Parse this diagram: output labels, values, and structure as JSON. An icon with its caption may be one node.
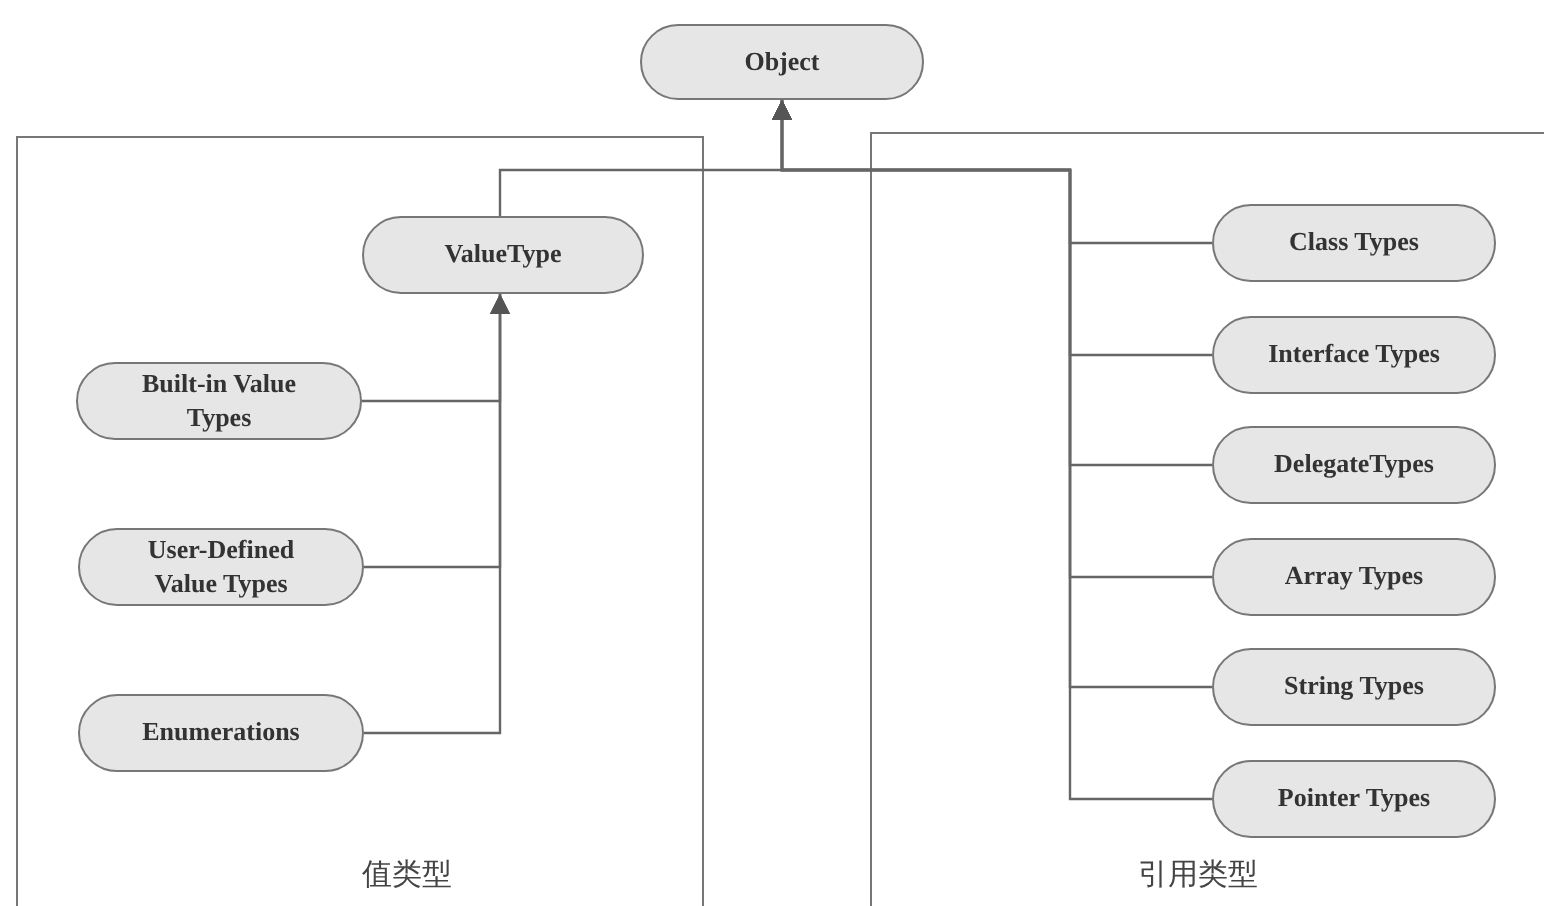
{
  "diagram": {
    "nodes": [
      {
        "text": [
          "Object"
        ]
      },
      {
        "text": [
          "值类型"
        ]
      },
      {
        "text": [
          "ValueType"
        ],
        "in": 1
      },
      {
        "text": [
          "Built-in Value Types"
        ],
        "in": 1
      },
      {
        "text": [
          "User-Defined Value Types"
        ],
        "in": 1
      },
      {
        "text": [
          "Enumerations"
        ],
        "in": 1
      },
      {
        "text": [
          "引用类型"
        ]
      },
      {
        "text": [
          "Class Types"
        ],
        "in": 6
      },
      {
        "text": [
          "Interface Types"
        ],
        "in": 6
      },
      {
        "text": [
          "DelegateTypes"
        ],
        "in": 6
      },
      {
        "text": [
          "Array Types"
        ],
        "in": 6
      },
      {
        "text": [
          "String Types"
        ],
        "in": 6
      },
      {
        "text": [
          "Pointer Types"
        ],
        "in": 6
      }
    ],
    "edges": [
      {
        "from": 2,
        "to": 0,
        "arrow": "to"
      },
      {
        "from": 3,
        "to": 2,
        "arrow": "to"
      },
      {
        "from": 4,
        "to": 2,
        "arrow": "to"
      },
      {
        "from": 5,
        "to": 2,
        "arrow": "to"
      },
      {
        "from": 7,
        "to": 0,
        "arrow": "to"
      },
      {
        "from": 8,
        "to": 0,
        "arrow": "to"
      },
      {
        "from": 9,
        "to": 0,
        "arrow": "to"
      },
      {
        "from": 10,
        "to": 0,
        "arrow": "to"
      },
      {
        "from": 11,
        "to": 0,
        "arrow": "to"
      },
      {
        "from": 12,
        "to": 0,
        "arrow": "to"
      }
    ]
  }
}
